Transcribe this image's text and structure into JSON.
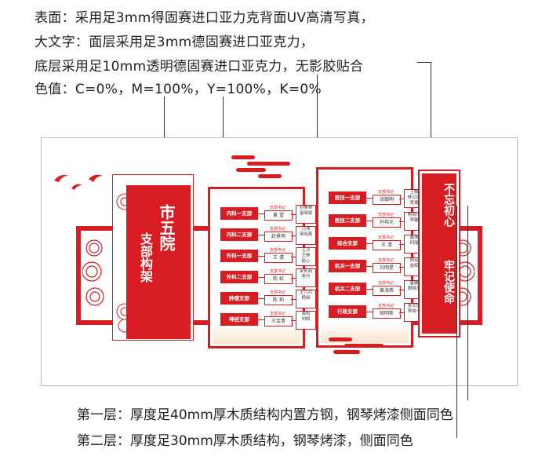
{
  "specs": {
    "surface": "表面：采用足3mm得固赛进口亚力克背面UV高清写真，",
    "big_text": "大文字：面层采用足3mm德固赛进口亚克力，",
    "bottom_layer": "底层采用足10mm透明德固赛进口亚克力，无影胶贴合",
    "color_value": "色值：C=0%，M=100%，Y=100%，K=0%"
  },
  "notes": {
    "layer1": "第一层：厚度足40mm厚木质结构内置方钢，钢琴烤漆侧面同色",
    "layer2": "第二层：厚度足30mm厚木质结构，钢琴烤漆，侧面同色"
  },
  "board": {
    "title": "市五院",
    "subtitle": "支部构架",
    "slogan_left": "不忘初心",
    "slogan_right": "牢记使命"
  },
  "colors": {
    "accent": "#d81d22",
    "wall_border": "#bbbbbb",
    "sand": "#f6e3cc"
  },
  "mid_panel": [
    {
      "dept": "内科一支部",
      "sec": "支部书记",
      "name": "黄 望",
      "members": "刘美琴\n金晓丽"
    },
    {
      "dept": "内科二支部",
      "sec": "支部书记",
      "name": "赵景明",
      "members": "马伟\n宋晓燕"
    },
    {
      "dept": "外科一支部",
      "sec": "支部书记",
      "name": "王 清",
      "members": "王沙\n王林\n赵心"
    },
    {
      "dept": "外科二支部",
      "sec": "支部书记",
      "name": "陈 虹",
      "members": "宋莉莉\n李丹"
    },
    {
      "dept": "肿瘤支部",
      "sec": "支部书记",
      "name": "陈 莉",
      "members": "王六月\n杨晓"
    },
    {
      "dept": "神经支部",
      "sec": "支部书记",
      "name": "王金青",
      "members": "周阳\n刘晓"
    }
  ],
  "right_panel": [
    {
      "dept": "医技一支部",
      "sec": "支部书记",
      "name": "张翰明",
      "members": "王娟\n林又琛\n吴振"
    },
    {
      "dept": "医技二支部",
      "sec": "支部书记",
      "name": "孙伟光",
      "members": "杨丽萍\n李敏"
    },
    {
      "dept": "综合支部",
      "sec": "支部书记",
      "name": "王 清",
      "members": "姜燕\n何丽"
    },
    {
      "dept": "机关一支部",
      "sec": "支部书记",
      "name": "刘明星",
      "members": "向宏\n金辉"
    },
    {
      "dept": "机关二支部",
      "sec": "支部书记",
      "name": "黄海燕",
      "members": "唐敏\n周晓龙"
    },
    {
      "dept": "行政支部",
      "sec": "支部书记",
      "name": "胡明新",
      "members": "张文丽\n李晓一"
    }
  ]
}
